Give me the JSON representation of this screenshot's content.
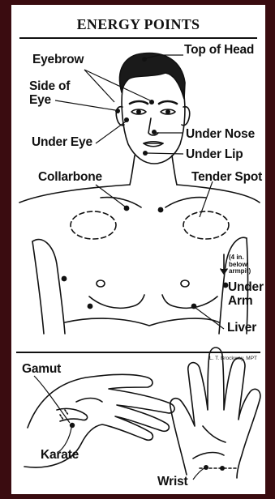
{
  "title": "ENERGY POINTS",
  "labels": {
    "top_of_head": "Top of Head",
    "eyebrow": "Eyebrow",
    "side_of_eye": "Side of\nEye",
    "under_eye": "Under Eye",
    "under_nose": "Under Nose",
    "under_lip": "Under Lip",
    "collarbone": "Collarbone",
    "tender_spot": "Tender Spot",
    "below_armpit_note": "(4 in.\nbelow\narmpit)",
    "under_arm": "Under\nArm",
    "liver": "Liver",
    "gamut": "Gamut",
    "karate": "Karate",
    "wrist": "Wrist"
  },
  "credit": "L. T. Brockway, MPT",
  "colors": {
    "border": "#3a0c10",
    "ink": "#111111",
    "paper": "#ffffff"
  }
}
